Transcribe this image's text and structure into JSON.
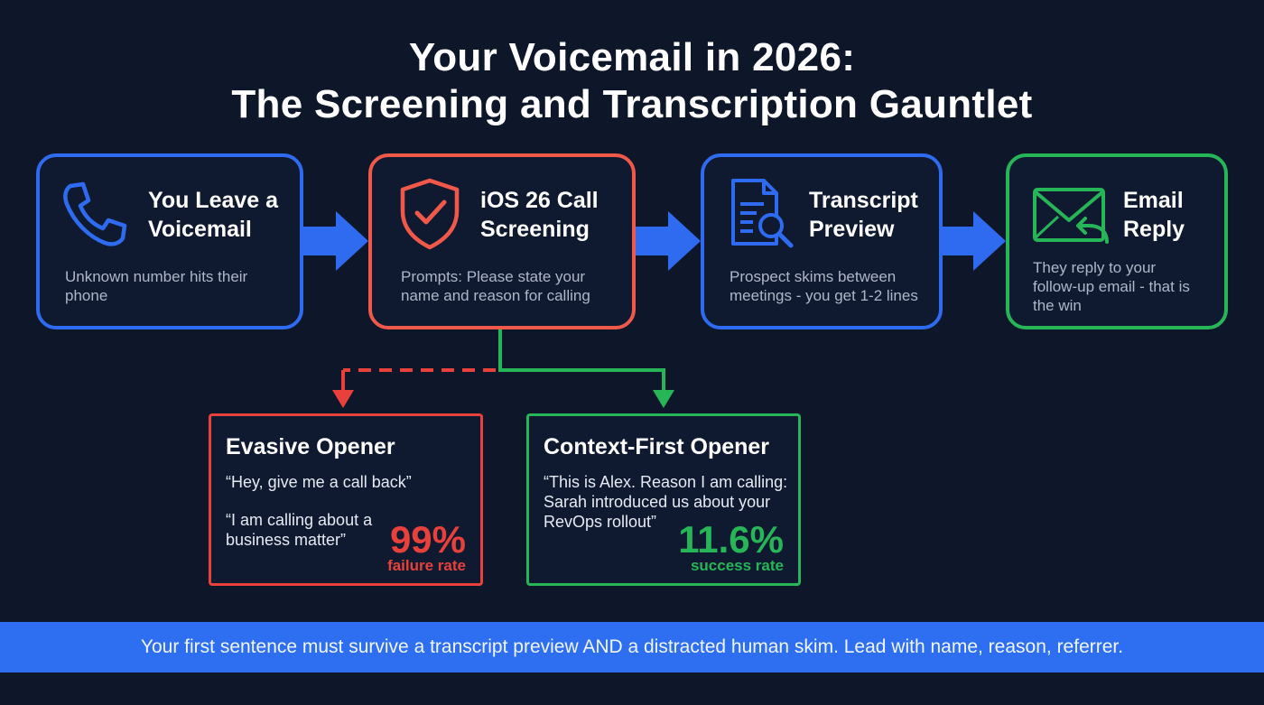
{
  "title": {
    "line1": "Your Voicemail in 2026:",
    "line2": "The Screening and Transcription Gauntlet"
  },
  "steps": [
    {
      "title": "You Leave a\nVoicemail",
      "desc": "Unknown number hits their\nphone",
      "icon": "phone-icon",
      "color": "#2f6bf0"
    },
    {
      "title": "iOS 26 Call\nScreening",
      "desc": "Prompts: Please state your\nname and reason for calling",
      "icon": "shield-check-icon",
      "color": "#f0584a"
    },
    {
      "title": "Transcript\nPreview",
      "desc": "Prospect skims between\nmeetings - you get 1-2 lines",
      "icon": "document-search-icon",
      "color": "#2f6bf0"
    },
    {
      "title": "Email\nReply",
      "desc": "They reply to your\nfollow-up email - that is\nthe win",
      "icon": "envelope-reply-icon",
      "color": "#27b657"
    }
  ],
  "outcomes": {
    "evasive": {
      "title": "Evasive Opener",
      "quote1": "“Hey, give me a call back”",
      "quote2": "“I am calling about a\nbusiness matter”",
      "stat": "99%",
      "stat_label": "failure rate",
      "color": "#e8403a"
    },
    "context": {
      "title": "Context-First Opener",
      "quote1": "“This is Alex. Reason I am calling:\nSarah introduced us about your\nRevOps rollout”",
      "stat": "11.6%",
      "stat_label": "success rate",
      "color": "#27b657"
    }
  },
  "banner": {
    "text": "Your first sentence must survive a transcript preview AND a distracted human skim. Lead with name, reason, referrer.",
    "color": "#2d6ff0"
  }
}
